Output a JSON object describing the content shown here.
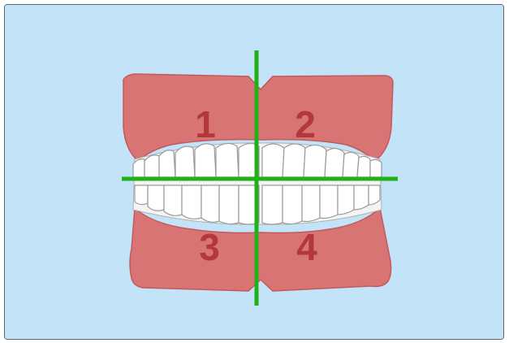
{
  "colors": {
    "background": "#c3e3f9",
    "gum": "#d97474",
    "gum_shade": "#c25a5c",
    "tooth": "#ffffff",
    "tooth_outline": "#9a9a9a",
    "quadrant_label": "#b3383c",
    "divider_line": "#21b016",
    "frame_border": "#5e6470"
  },
  "quadrants": [
    {
      "label": "1",
      "region": "upper-left"
    },
    {
      "label": "2",
      "region": "upper-right"
    },
    {
      "label": "3",
      "region": "lower-left"
    },
    {
      "label": "4",
      "region": "lower-right"
    }
  ]
}
